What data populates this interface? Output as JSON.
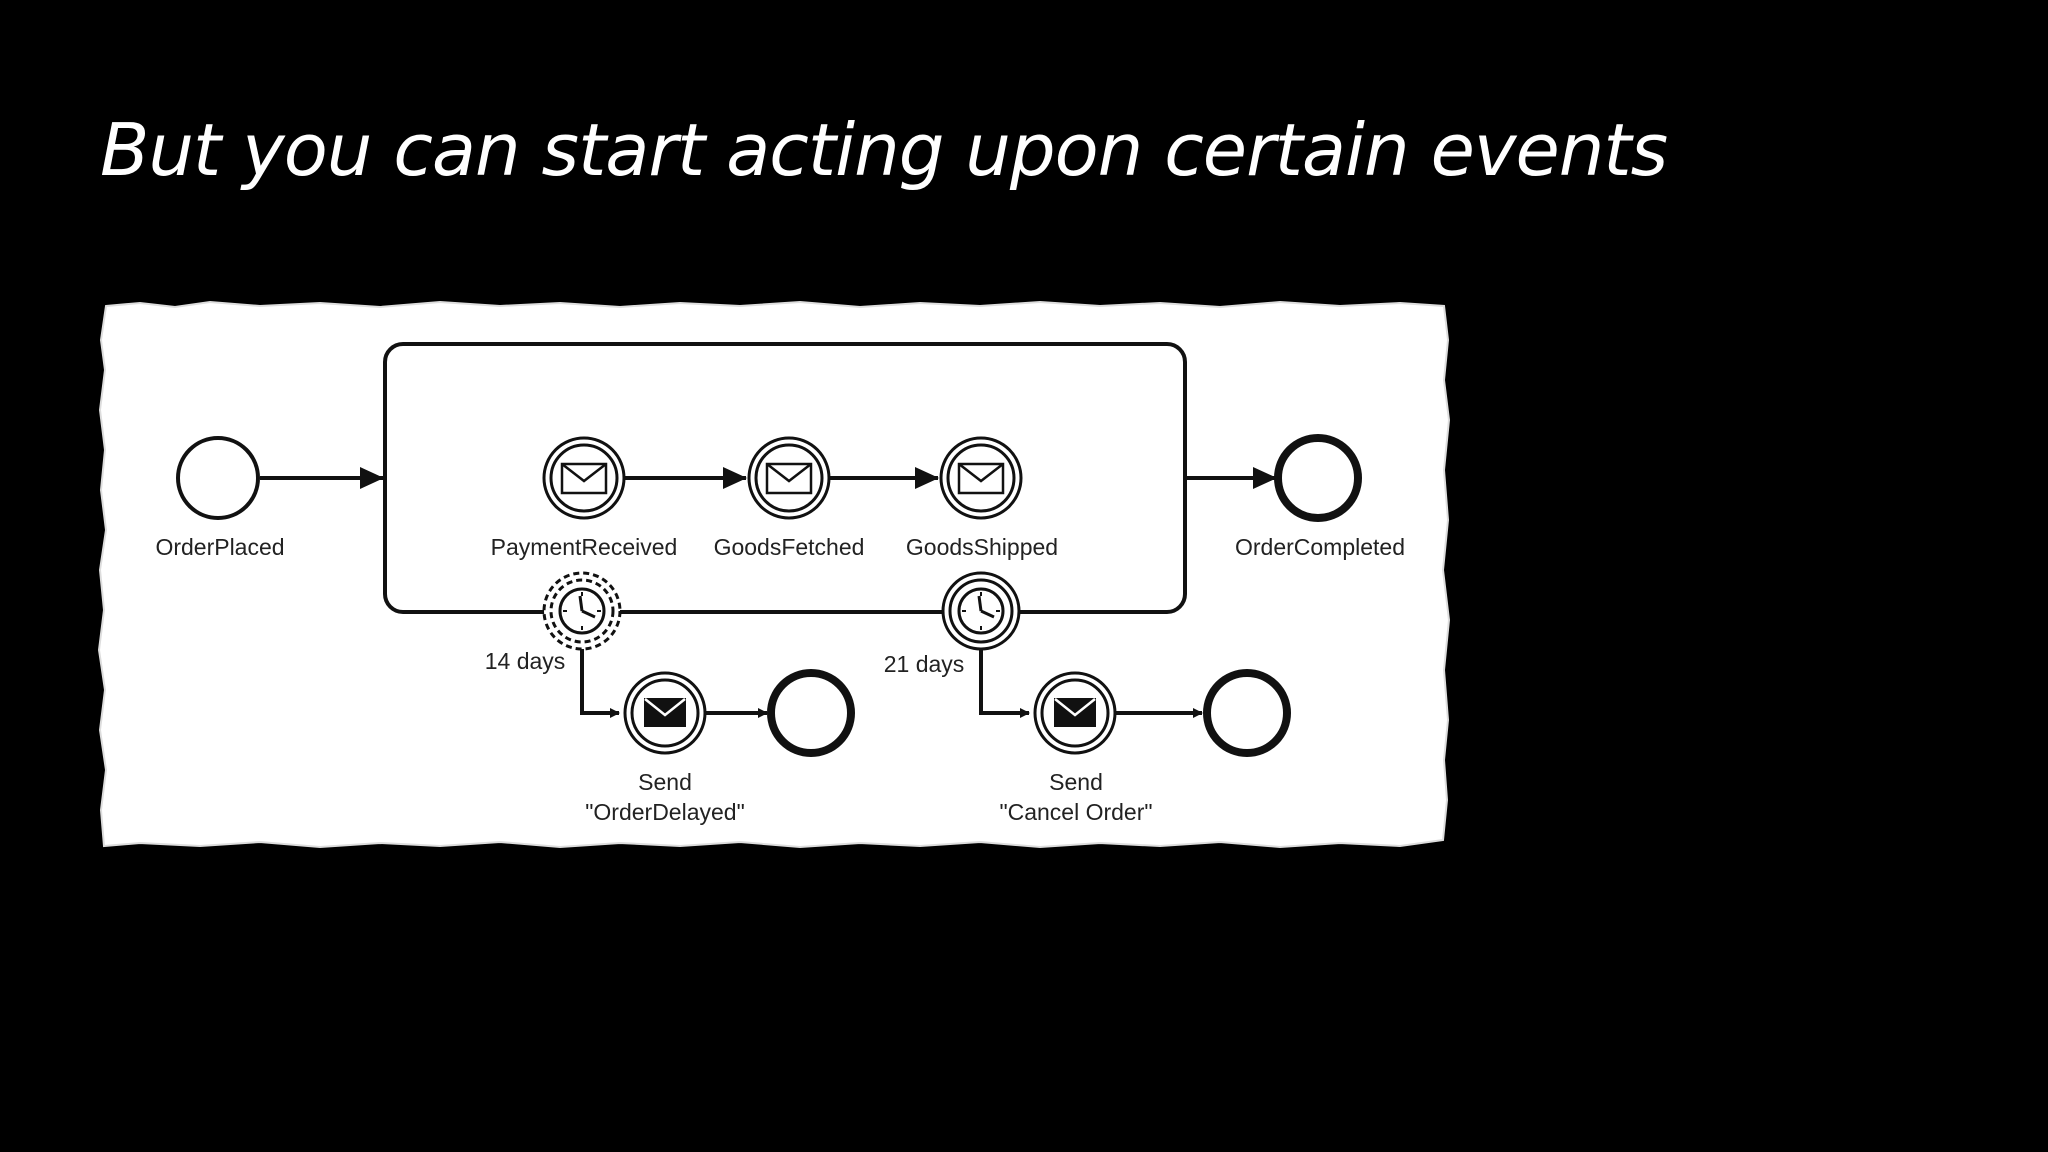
{
  "slide": {
    "title": "But you can start acting upon certain events",
    "background_color": "#000000",
    "title_color": "#ffffff"
  },
  "diagram": {
    "type": "bpmn-process",
    "paper_color": "#ffffff",
    "stroke_color": "#111111",
    "start_event": {
      "label": "OrderPlaced"
    },
    "subprocess_events": [
      {
        "label": "PaymentReceived",
        "icon": "envelope-outline-icon"
      },
      {
        "label": "GoodsFetched",
        "icon": "envelope-outline-icon"
      },
      {
        "label": "GoodsShipped",
        "icon": "envelope-outline-icon"
      }
    ],
    "end_event": {
      "label": "OrderCompleted"
    },
    "boundary_timers": [
      {
        "duration": "14 days",
        "interrupting": false,
        "icon": "clock-icon",
        "send_line1": "Send",
        "send_line2": "\"OrderDelayed\"",
        "send_icon": "envelope-filled-icon"
      },
      {
        "duration": "21 days",
        "interrupting": true,
        "icon": "clock-icon",
        "send_line1": "Send",
        "send_line2": "\"Cancel Order\"",
        "send_icon": "envelope-filled-icon"
      }
    ]
  }
}
